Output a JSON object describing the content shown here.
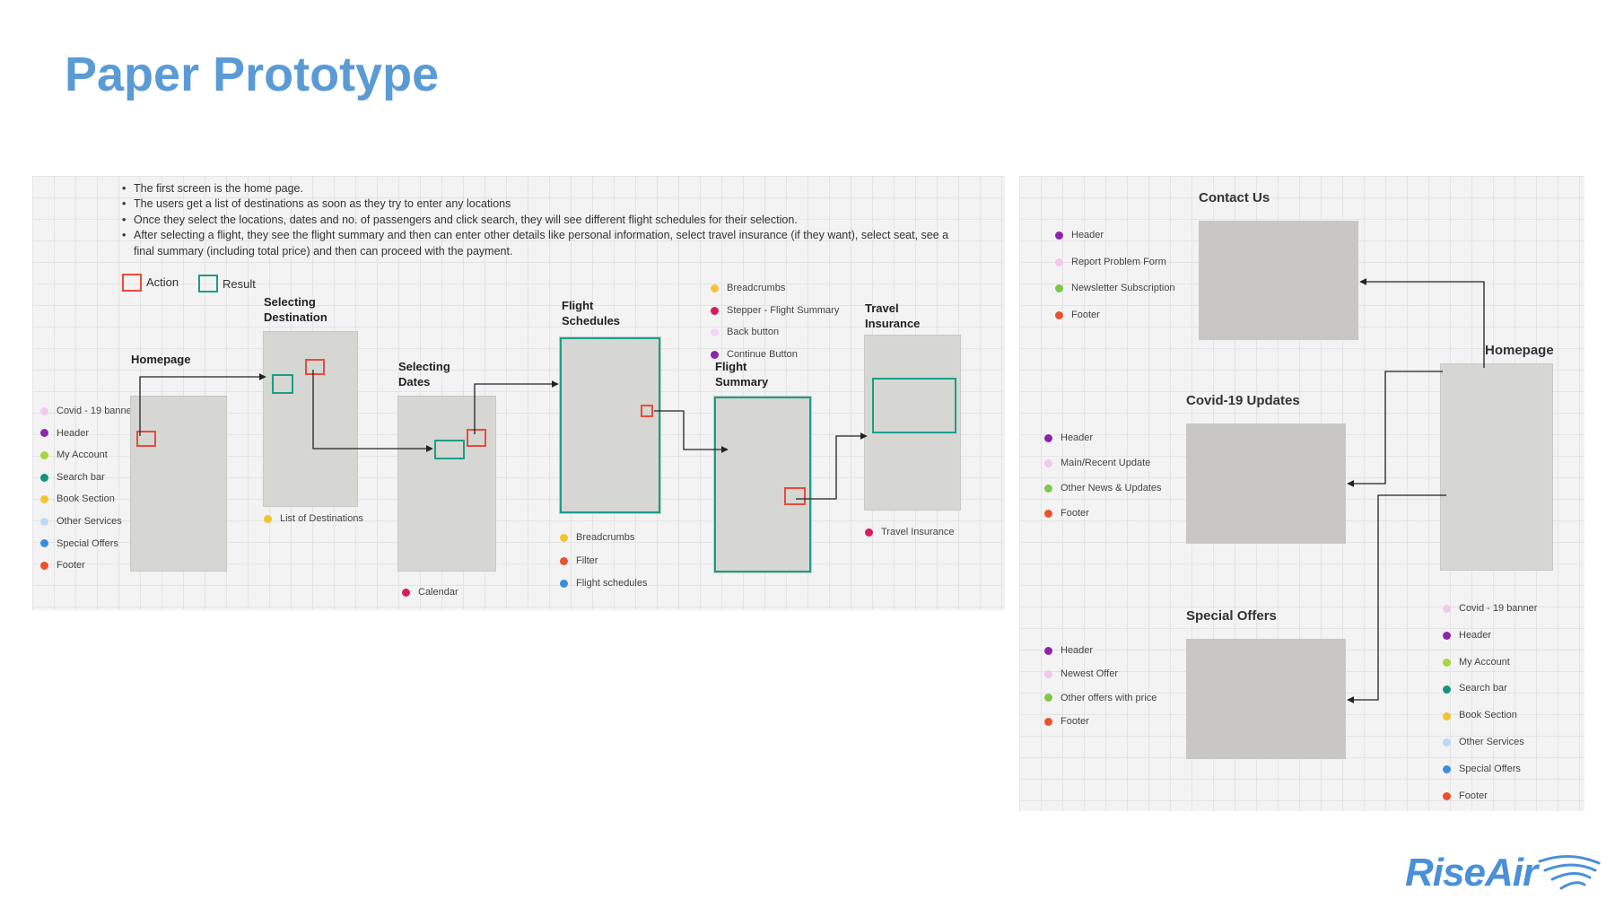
{
  "page": {
    "title": "Paper Prototype",
    "logo": "RiseAir"
  },
  "intro": {
    "bullets": [
      "The first screen is the home page.",
      "The users get a list of destinations as soon as they try to enter any locations",
      "Once they select the locations, dates and no. of passengers and click search, they will see different flight schedules for their selection.",
      "After selecting a flight, they see the flight summary and then can enter other details like personal information, select travel insurance (if they want), select seat, see a final summary (including total price) and then can proceed with the payment."
    ],
    "key_action": "Action",
    "key_result": "Result"
  },
  "flow": {
    "homepage": {
      "title": "Homepage",
      "legend": [
        "Covid - 19 banner",
        "Header",
        "My Account",
        "Search bar",
        "Book Section",
        "Other Services",
        "Special Offers",
        "Footer"
      ]
    },
    "selecting_destination": {
      "title_1": "Selecting",
      "title_2": "Destination",
      "legend": [
        "List of Destinations"
      ]
    },
    "selecting_dates": {
      "title_1": "Selecting",
      "title_2": "Dates",
      "legend": [
        "Calendar"
      ]
    },
    "flight_schedules": {
      "title_1": "Flight",
      "title_2": "Schedules",
      "legend": [
        "Breadcrumbs",
        "Filter",
        "Flight schedules"
      ]
    },
    "flight_summary": {
      "title_1": "Flight",
      "title_2": "Summary",
      "legend": [
        "Breadcrumbs",
        "Stepper - Flight Summary",
        "Back button",
        "Continue Button"
      ]
    },
    "travel_insurance": {
      "title_1": "Travel",
      "title_2": "Insurance",
      "legend": [
        "Travel Insurance"
      ]
    }
  },
  "pages": {
    "contact_us": {
      "title": "Contact Us",
      "legend": [
        "Header",
        "Report Problem Form",
        "Newsletter Subscription",
        "Footer"
      ]
    },
    "covid_updates": {
      "title": "Covid-19 Updates",
      "legend": [
        "Header",
        "Main/Recent Update",
        "Other News & Updates",
        "Footer"
      ]
    },
    "special_offers": {
      "title": "Special Offers",
      "legend": [
        "Header",
        "Newest Offer",
        "Other offers with price",
        "Footer"
      ]
    },
    "homepage": {
      "title": "Homepage",
      "legend": [
        "Covid - 19 banner",
        "Header",
        "My Account",
        "Search bar",
        "Book Section",
        "Other Services",
        "Special Offers",
        "Footer"
      ]
    }
  },
  "colors": {
    "title": "#5b9bd5",
    "action": "#e74c3c",
    "result": "#1a9e88",
    "covid_banner": "#f1c9ec",
    "header": "#8e24aa",
    "my_account": "#a5d63f",
    "search_bar": "#16927e",
    "book_section": "#f4c430",
    "other_services": "#bcd9f5",
    "special_offers": "#3a8fdc",
    "footer": "#e8532e",
    "stepper": "#d81b60",
    "back_button": "#f3d5f7",
    "travel_insurance": "#d81b60",
    "newsletter": "#7cc84a",
    "other_news": "#7cc84a"
  }
}
